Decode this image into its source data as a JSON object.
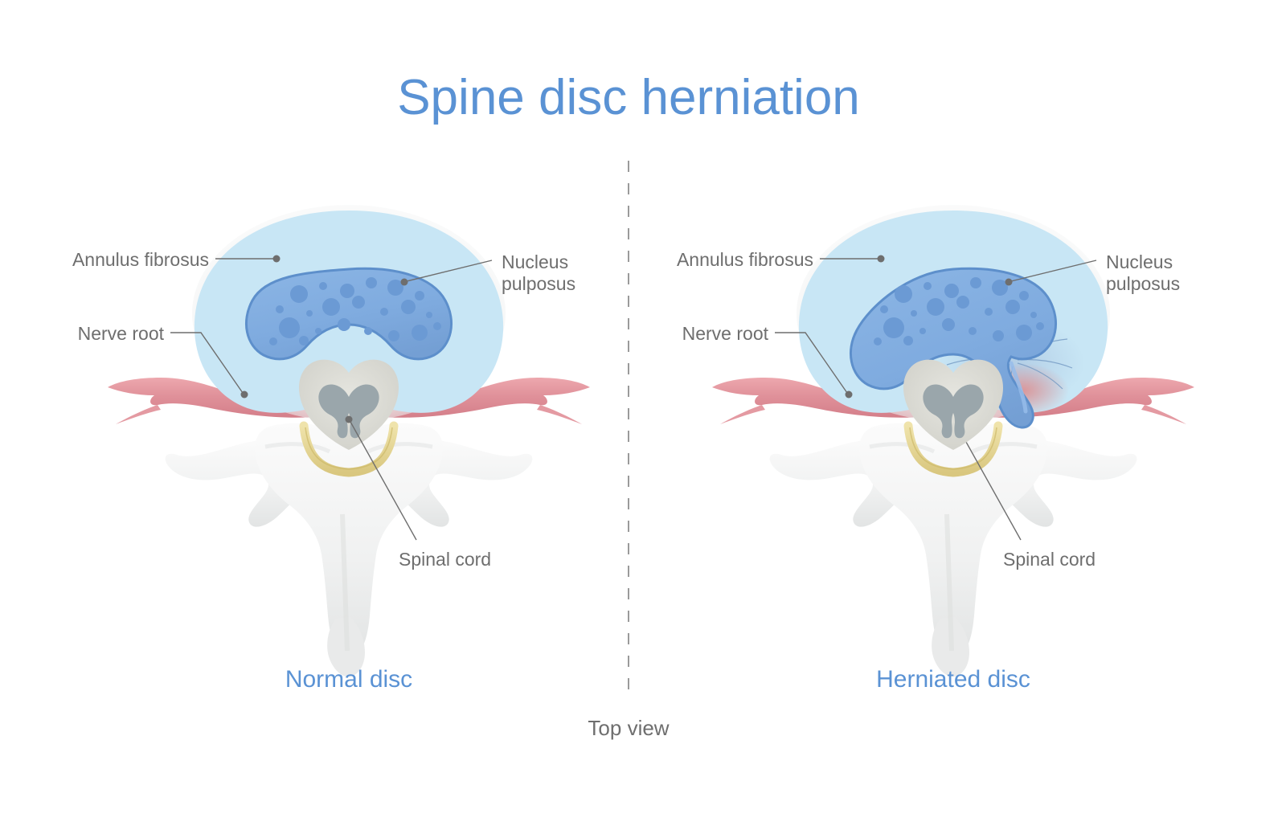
{
  "page": {
    "title": "Spine disc herniation",
    "view_note": "Top view",
    "background": "#ffffff"
  },
  "colors": {
    "title_blue": "#5a92d4",
    "caption_blue": "#5a92d4",
    "label_gray": "#6e6e6e",
    "annulus_fibrosus": "#c8e6f5",
    "nucleus_pulposus": "#7fabdf",
    "nucleus_dots": "#6b9ad4",
    "nucleus_outline": "#5d8fcb",
    "nerve_root": "#e0919a",
    "bone": "#f1f2f2",
    "spinal_cord": "#dcdcd6",
    "gray_matter": "#9aa6ab",
    "ligamentum_flavum": "#e4d79a",
    "divider": "#9a9a9a"
  },
  "panels": [
    {
      "id": "normal",
      "caption": "Normal disc",
      "labels": [
        {
          "key": "annulus",
          "text": "Annulus fibrosus",
          "align": "end"
        },
        {
          "key": "nucleus_l1",
          "text": "Nucleus",
          "align": "start"
        },
        {
          "key": "nucleus_l2",
          "text": "pulposus",
          "align": "start"
        },
        {
          "key": "nerve",
          "text": "Nerve root",
          "align": "end"
        },
        {
          "key": "cord",
          "text": "Spinal cord",
          "align": "start"
        }
      ]
    },
    {
      "id": "herniated",
      "caption": "Herniated disc",
      "labels": [
        {
          "key": "annulus",
          "text": "Annulus fibrosus",
          "align": "end"
        },
        {
          "key": "nucleus_l1",
          "text": "Nucleus",
          "align": "start"
        },
        {
          "key": "nucleus_l2",
          "text": "pulposus",
          "align": "start"
        },
        {
          "key": "nerve",
          "text": "Nerve root",
          "align": "end"
        },
        {
          "key": "cord",
          "text": "Spinal cord",
          "align": "start"
        }
      ]
    }
  ]
}
